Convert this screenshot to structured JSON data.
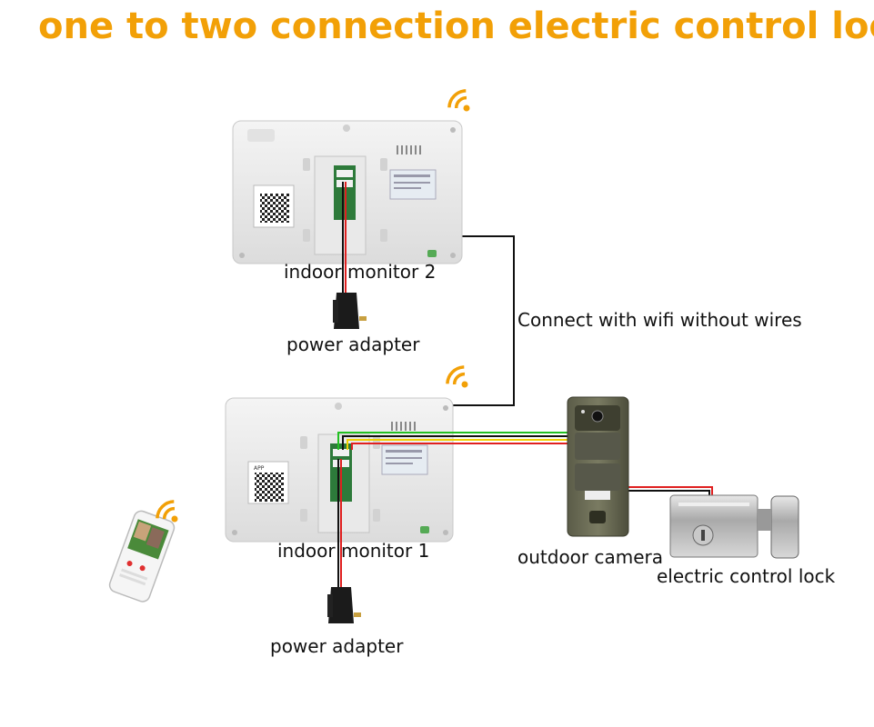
{
  "title": "one to two connection electric control lock",
  "labels": {
    "monitor2": "indoor monitor 2",
    "power2": "power adapter",
    "wifi_text": "Connect with wifi without  wires",
    "monitor1": "indoor monitor 1",
    "power1": "power adapter",
    "camera": "outdoor camera",
    "lock": "electric control lock"
  },
  "monitor_sticker": "APP",
  "icons": [
    "wifi-icon",
    "qr-code-icon",
    "smartphone-icon",
    "power-adapter-icon",
    "door-camera-icon",
    "electric-lock-icon"
  ],
  "colors": {
    "title": "#f2a007",
    "wifi": "#f2a007",
    "wire_red": "#e02020",
    "wire_green": "#22c022",
    "wire_yellow": "#f0d000",
    "wire_black": "#111111"
  }
}
